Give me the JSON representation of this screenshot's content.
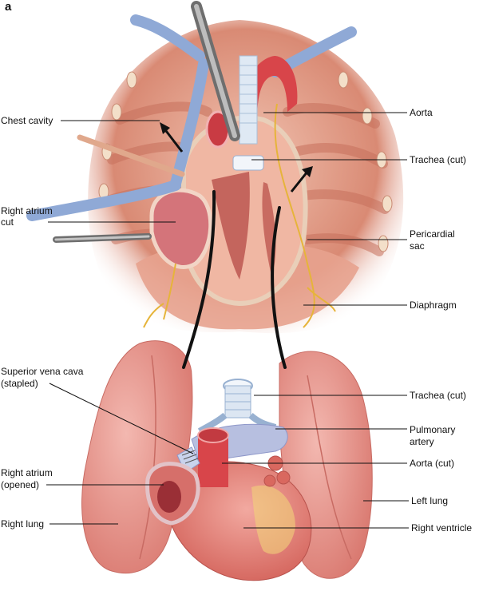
{
  "panel_letter": "a",
  "labels": {
    "chest_cavity": "Chest cavity",
    "right_atrium_cut_line1": "Right atrium",
    "right_atrium_cut_line2": "cut",
    "aorta": "Aorta",
    "trachea_cut_top": "Trachea (cut)",
    "pericardial_line1": "Pericardial",
    "pericardial_line2": "sac",
    "diaphragm": "Diaphragm",
    "svc_line1": "Superior vena cava",
    "svc_line2": "(stapled)",
    "trachea_cut_bottom": "Trachea (cut)",
    "pulmonary_line1": "Pulmonary",
    "pulmonary_line2": "artery",
    "right_atrium_opened_line1": "Right atrium",
    "right_atrium_opened_line2": "(opened)",
    "aorta_cut": "Aorta (cut)",
    "left_lung": "Left lung",
    "right_lung": "Right lung",
    "right_ventricle": "Right ventricle"
  },
  "colors": {
    "tissue": "#e8a48f",
    "muscle_dark": "#c96b58",
    "vessel_blue": "#8fa9d6",
    "artery_red": "#d8454a",
    "nerve_yellow": "#e6b43a",
    "lung_pink": "#e79b95",
    "arrow": "#111111"
  }
}
